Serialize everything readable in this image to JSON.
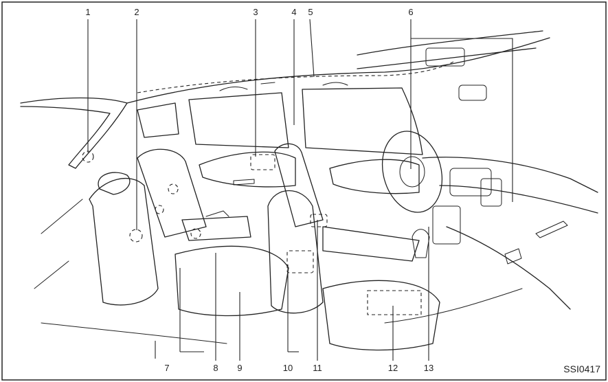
{
  "callouts": [
    {
      "id": "1",
      "label": "1"
    },
    {
      "id": "2",
      "label": "2"
    },
    {
      "id": "3",
      "label": "3"
    },
    {
      "id": "4",
      "label": "4"
    },
    {
      "id": "5",
      "label": "5"
    },
    {
      "id": "6",
      "label": "6"
    },
    {
      "id": "7",
      "label": "7"
    },
    {
      "id": "8",
      "label": "8"
    },
    {
      "id": "9",
      "label": "9"
    },
    {
      "id": "10",
      "label": "10"
    },
    {
      "id": "11",
      "label": "11"
    },
    {
      "id": "12",
      "label": "12"
    },
    {
      "id": "13",
      "label": "13"
    }
  ],
  "figure_code": "SSI0417"
}
